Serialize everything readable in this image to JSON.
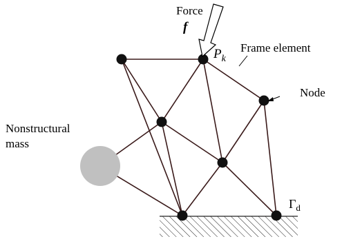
{
  "labels": {
    "force": "Force",
    "force_symbol": "f",
    "pk_base": "P",
    "pk_sub": "k",
    "frame_element": "Frame element",
    "node": "Node",
    "nonstructural_line1": "Nonstructural",
    "nonstructural_line2": "mass",
    "gamma_base": "Γ",
    "gamma_sub": "d"
  },
  "colors": {
    "member": "#3a1a1a",
    "node": "#111111",
    "mass": "#c0c0c0",
    "hatch": "#222222"
  },
  "nodes": [
    {
      "id": "n1"
    },
    {
      "id": "n2-pk"
    },
    {
      "id": "n3"
    },
    {
      "id": "n4"
    },
    {
      "id": "n5"
    },
    {
      "id": "n6"
    },
    {
      "id": "n7"
    }
  ],
  "members": [
    [
      "n1",
      "n2-pk"
    ],
    [
      "n1",
      "n4"
    ],
    [
      "n1",
      "n6"
    ],
    [
      "n2-pk",
      "n4"
    ],
    [
      "n2-pk",
      "n3"
    ],
    [
      "n2-pk",
      "n5"
    ],
    [
      "n3",
      "n5"
    ],
    [
      "n3",
      "n7"
    ],
    [
      "n4",
      "n5"
    ],
    [
      "n4",
      "n6"
    ],
    [
      "n4",
      "mass"
    ],
    [
      "n5",
      "n6"
    ],
    [
      "n5",
      "n7"
    ],
    [
      "mass",
      "n6"
    ]
  ]
}
